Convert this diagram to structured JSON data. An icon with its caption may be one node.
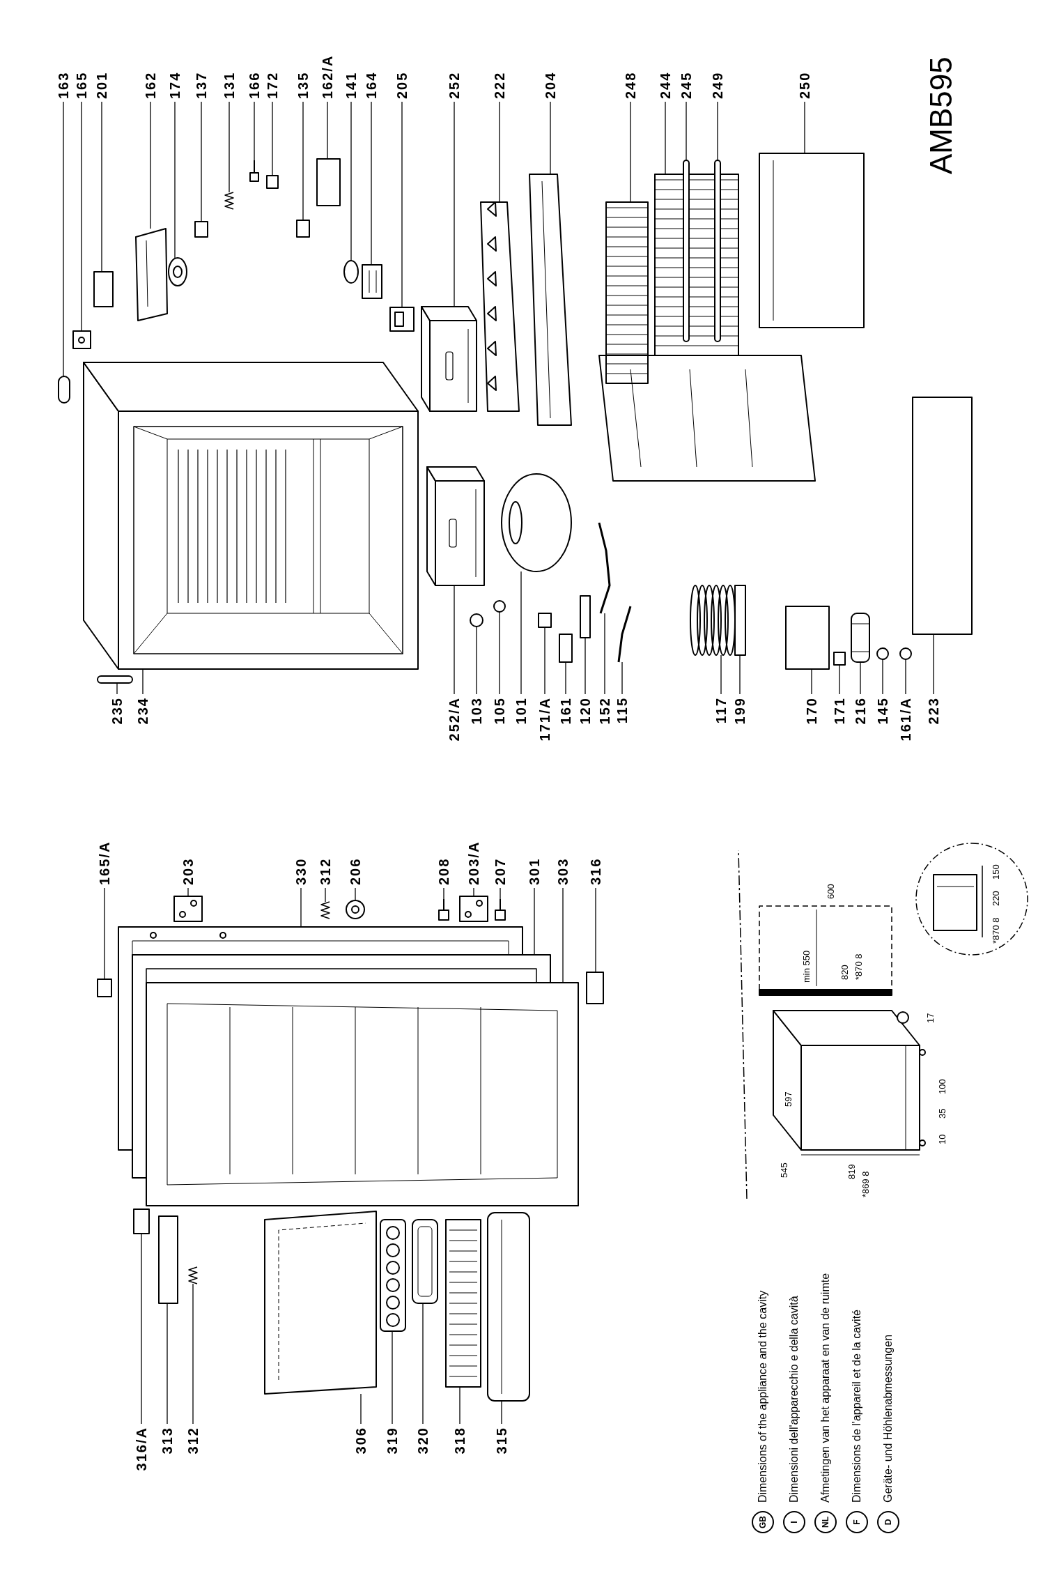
{
  "diagram": {
    "nodes": [
      {
        "text": [
          "163"
        ]
      },
      {
        "text": [
          "165"
        ]
      },
      {
        "text": [
          "201"
        ]
      },
      {
        "text": [
          "162"
        ]
      },
      {
        "text": [
          "174"
        ]
      },
      {
        "text": [
          "137"
        ]
      },
      {
        "text": [
          "131"
        ]
      },
      {
        "text": [
          "166"
        ]
      },
      {
        "text": [
          "172"
        ]
      },
      {
        "text": [
          "135"
        ]
      },
      {
        "text": [
          "162/A"
        ]
      },
      {
        "text": [
          "141"
        ]
      },
      {
        "text": [
          "164"
        ]
      },
      {
        "text": [
          "205"
        ]
      },
      {
        "text": [
          "252"
        ]
      },
      {
        "text": [
          "222"
        ]
      },
      {
        "text": [
          "204"
        ]
      },
      {
        "text": [
          "248"
        ]
      },
      {
        "text": [
          "244"
        ]
      },
      {
        "text": [
          "245"
        ]
      },
      {
        "text": [
          "249"
        ]
      },
      {
        "text": [
          "250"
        ]
      },
      {
        "text": [
          "235"
        ]
      },
      {
        "text": [
          "234"
        ]
      },
      {
        "text": [
          "252/A"
        ]
      },
      {
        "text": [
          "103"
        ]
      },
      {
        "text": [
          "105"
        ]
      },
      {
        "text": [
          "101"
        ]
      },
      {
        "text": [
          "171/A"
        ]
      },
      {
        "text": [
          "161"
        ]
      },
      {
        "text": [
          "120"
        ]
      },
      {
        "text": [
          "152"
        ]
      },
      {
        "text": [
          "115"
        ]
      },
      {
        "text": [
          "117"
        ]
      },
      {
        "text": [
          "199"
        ]
      },
      {
        "text": [
          "170"
        ]
      },
      {
        "text": [
          "171"
        ]
      },
      {
        "text": [
          "216"
        ]
      },
      {
        "text": [
          "145"
        ]
      },
      {
        "text": [
          "161/A"
        ]
      },
      {
        "text": [
          "223"
        ]
      },
      {
        "text": [
          "165/A"
        ]
      },
      {
        "text": [
          "203"
        ]
      },
      {
        "text": [
          "330"
        ]
      },
      {
        "text": [
          "312"
        ]
      },
      {
        "text": [
          "206"
        ]
      },
      {
        "text": [
          "208"
        ]
      },
      {
        "text": [
          "203/A"
        ]
      },
      {
        "text": [
          "207"
        ]
      },
      {
        "text": [
          "301"
        ]
      },
      {
        "text": [
          "303"
        ]
      },
      {
        "text": [
          "316"
        ]
      },
      {
        "text": [
          "316/A"
        ]
      },
      {
        "text": [
          "313"
        ]
      },
      {
        "text": [
          "312"
        ]
      },
      {
        "text": [
          "306"
        ]
      },
      {
        "text": [
          "319"
        ]
      },
      {
        "text": [
          "320"
        ]
      },
      {
        "text": [
          "318"
        ]
      },
      {
        "text": [
          "315"
        ]
      },
      {
        "text": [
          "GB"
        ],
        "beside": [
          "Dimensions of the appliance and the cavity"
        ]
      },
      {
        "text": [
          "I"
        ],
        "beside": [
          "Dimensioni dell'apparecchio e della cavità"
        ]
      },
      {
        "text": [
          "NL"
        ],
        "beside": [
          "Afmetingen van het apparaat en van de ruimte"
        ]
      },
      {
        "text": [
          "F"
        ],
        "beside": [
          "Dimensions de l'appareil et de la cavité"
        ]
      },
      {
        "text": [
          "D"
        ],
        "beside": [
          "Geräte- und Höhlenabmessungen"
        ]
      },
      {
        "text": [],
        "shape": "bar"
      },
      {
        "text": [],
        "shape": "picture"
      },
      {
        "text": [],
        "shape": "box"
      },
      {
        "text": [],
        "shape": "picture"
      },
      {
        "text": [],
        "shape": "picture"
      },
      {
        "text": [],
        "shape": "box"
      },
      {
        "text": [],
        "shape": "picture"
      },
      {
        "text": [],
        "shape": "picture"
      },
      {
        "text": [],
        "shape": "box"
      },
      {
        "text": [],
        "shape": "box"
      },
      {
        "text": [],
        "shape": "box"
      },
      {
        "text": [],
        "shape": "circle"
      },
      {
        "text": [],
        "shape": "picture"
      },
      {
        "text": [],
        "shape": "picture"
      },
      {
        "text": [],
        "shape": "picture"
      },
      {
        "text": [],
        "shape": "picture"
      },
      {
        "text": [],
        "shape": "picture"
      },
      {
        "text": [],
        "shape": "picture"
      },
      {
        "text": [],
        "shape": "picture"
      },
      {
        "text": [],
        "shape": "bar"
      },
      {
        "text": [],
        "shape": "bar"
      },
      {
        "text": [],
        "shape": "picture"
      },
      {
        "text": [],
        "shape": "bar"
      },
      {
        "text": [],
        "shape": "picture"
      },
      {
        "text": [],
        "shape": "picture"
      },
      {
        "text": [],
        "shape": "circle"
      },
      {
        "text": [],
        "shape": "circle"
      },
      {
        "text": [],
        "shape": "picture"
      },
      {
        "text": [],
        "shape": "box"
      },
      {
        "text": [],
        "shape": "box"
      },
      {
        "text": [],
        "shape": "box"
      },
      {
        "text": [],
        "shape": "picture"
      },
      {
        "text": [],
        "shape": "picture"
      },
      {
        "text": [],
        "shape": "picture"
      },
      {
        "text": [],
        "shape": "box"
      },
      {
        "text": [],
        "shape": "box"
      },
      {
        "text": [],
        "shape": "box"
      },
      {
        "text": [],
        "shape": "picture"
      },
      {
        "text": [],
        "shape": "circle"
      },
      {
        "text": [],
        "shape": "circle"
      },
      {
        "text": [],
        "shape": "box"
      },
      {
        "text": [],
        "shape": "box"
      },
      {
        "text": [],
        "shape": "picture"
      },
      {
        "text": [],
        "shape": "picture"
      },
      {
        "text": [],
        "shape": "picture"
      },
      {
        "text": [],
        "shape": "picture"
      },
      {
        "text": [],
        "shape": "picture"
      },
      {
        "text": [],
        "shape": "picture"
      },
      {
        "text": [],
        "shape": "picture"
      },
      {
        "text": [],
        "shape": "picture"
      },
      {
        "text": [],
        "shape": "picture"
      },
      {
        "text": [],
        "shape": "box"
      },
      {
        "text": [],
        "shape": "box"
      },
      {
        "text": [],
        "shape": "box"
      },
      {
        "text": [],
        "shape": "picture"
      },
      {
        "text": [],
        "shape": "picture"
      },
      {
        "text": [],
        "shape": "picture"
      },
      {
        "text": [],
        "shape": "picture"
      },
      {
        "text": [],
        "shape": "picture"
      },
      {
        "text": [],
        "shape": "picture"
      }
    ],
    "edges": [
      {
        "from": 0,
        "to": 65,
        "arrow": "none"
      },
      {
        "from": 1,
        "to": 66,
        "arrow": "none"
      },
      {
        "from": 2,
        "to": 67,
        "arrow": "none"
      },
      {
        "from": 3,
        "to": 68,
        "arrow": "none"
      },
      {
        "from": 4,
        "to": 69,
        "arrow": "none"
      },
      {
        "from": 5,
        "to": 70,
        "arrow": "none"
      },
      {
        "from": 6,
        "to": 71,
        "arrow": "none"
      },
      {
        "from": 7,
        "to": 72,
        "arrow": "none"
      },
      {
        "from": 8,
        "to": 73,
        "arrow": "none"
      },
      {
        "from": 9,
        "to": 74,
        "arrow": "none"
      },
      {
        "from": 10,
        "to": 75,
        "arrow": "none"
      },
      {
        "from": 11,
        "to": 76,
        "arrow": "none"
      },
      {
        "from": 12,
        "to": 77,
        "arrow": "none"
      },
      {
        "from": 13,
        "to": 78,
        "arrow": "none"
      },
      {
        "from": 14,
        "to": 79,
        "arrow": "none"
      },
      {
        "from": 15,
        "to": 80,
        "arrow": "none"
      },
      {
        "from": 16,
        "to": 81,
        "arrow": "none"
      },
      {
        "from": 17,
        "to": 82,
        "arrow": "none"
      },
      {
        "from": 18,
        "to": 83,
        "arrow": "none"
      },
      {
        "from": 19,
        "to": 84,
        "arrow": "none"
      },
      {
        "from": 20,
        "to": 85,
        "arrow": "none"
      },
      {
        "from": 21,
        "to": 86,
        "arrow": "none"
      },
      {
        "from": 22,
        "to": 87,
        "arrow": "none"
      },
      {
        "from": 23,
        "to": 88,
        "arrow": "none"
      },
      {
        "from": 24,
        "to": 89,
        "arrow": "none"
      },
      {
        "from": 25,
        "to": 90,
        "arrow": "none"
      },
      {
        "from": 26,
        "to": 91,
        "arrow": "none"
      },
      {
        "from": 27,
        "to": 92,
        "arrow": "none"
      },
      {
        "from": 28,
        "to": 93,
        "arrow": "none"
      },
      {
        "from": 29,
        "to": 94,
        "arrow": "none"
      },
      {
        "from": 30,
        "to": 95,
        "arrow": "none"
      },
      {
        "from": 31,
        "to": 96,
        "arrow": "none"
      },
      {
        "from": 32,
        "to": 97,
        "arrow": "none"
      },
      {
        "from": 33,
        "to": 98,
        "arrow": "none"
      },
      {
        "from": 34,
        "to": 99,
        "arrow": "none"
      },
      {
        "from": 35,
        "to": 100,
        "arrow": "none"
      },
      {
        "from": 36,
        "to": 101,
        "arrow": "none"
      },
      {
        "from": 37,
        "to": 102,
        "arrow": "none"
      },
      {
        "from": 38,
        "to": 103,
        "arrow": "none"
      },
      {
        "from": 39,
        "to": 104,
        "arrow": "none"
      },
      {
        "from": 40,
        "to": 105,
        "arrow": "none"
      },
      {
        "from": 41,
        "to": 106,
        "arrow": "none"
      },
      {
        "from": 42,
        "to": 107,
        "arrow": "none"
      },
      {
        "from": 43,
        "to": 108,
        "arrow": "none"
      },
      {
        "from": 44,
        "to": 109,
        "arrow": "none"
      },
      {
        "from": 45,
        "to": 110,
        "arrow": "none"
      },
      {
        "from": 46,
        "to": 111,
        "arrow": "none"
      },
      {
        "from": 47,
        "to": 112,
        "arrow": "none"
      },
      {
        "from": 48,
        "to": 113,
        "arrow": "none"
      },
      {
        "from": 49,
        "to": 114,
        "arrow": "none"
      },
      {
        "from": 50,
        "to": 115,
        "arrow": "none"
      },
      {
        "from": 51,
        "to": 116,
        "arrow": "none"
      },
      {
        "from": 52,
        "to": 117,
        "arrow": "none"
      },
      {
        "from": 53,
        "to": 118,
        "arrow": "none"
      },
      {
        "from": 54,
        "to": 119,
        "arrow": "none"
      },
      {
        "from": 55,
        "to": 120,
        "arrow": "none"
      },
      {
        "from": 56,
        "to": 121,
        "arrow": "none"
      },
      {
        "from": 57,
        "to": 122,
        "arrow": "none"
      },
      {
        "from": 58,
        "to": 123,
        "arrow": "none"
      },
      {
        "from": 59,
        "to": 124,
        "arrow": "none"
      }
    ],
    "labels": [
      "AMB595",
      "545",
      "597",
      "819",
      "*869 8",
      "min 550",
      "820",
      "*870 8",
      "600",
      "17",
      "10",
      "35",
      "100",
      "*870 8",
      "220",
      "150"
    ]
  }
}
